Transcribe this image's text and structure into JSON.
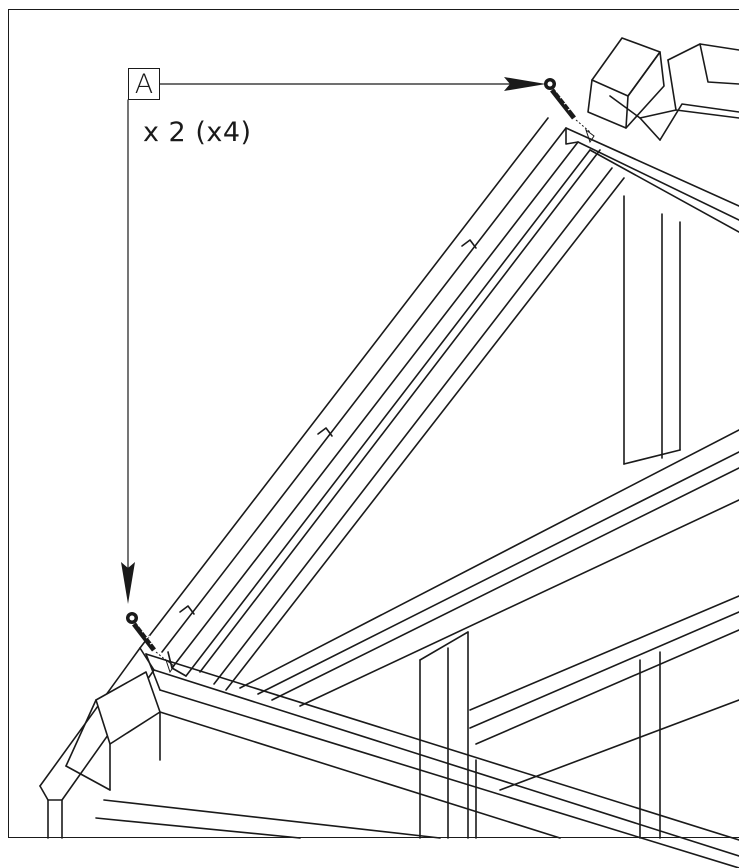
{
  "callout": {
    "label": "A",
    "quantity": "x 2 (x4)"
  },
  "parts": [
    {
      "name": "screw",
      "position": "top"
    },
    {
      "name": "screw",
      "position": "bottom"
    }
  ],
  "colors": {
    "line": "#1a1a1a",
    "background": "#ffffff"
  }
}
